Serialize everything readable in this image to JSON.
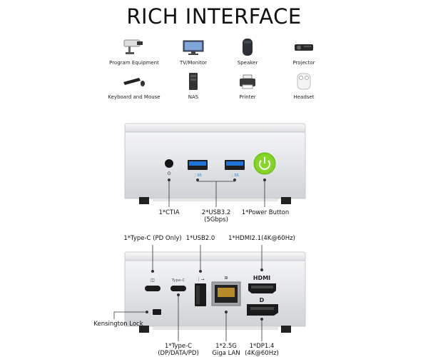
{
  "title": "RICH INTERFACE",
  "devices": [
    {
      "label": "Program Equipment",
      "icon": "security-camera-icon"
    },
    {
      "label": "TV/Monitor",
      "icon": "monitor-icon"
    },
    {
      "label": "Speaker",
      "icon": "speaker-icon"
    },
    {
      "label": "Projector",
      "icon": "projector-icon"
    },
    {
      "label": "Keyboard and Mouse",
      "icon": "keyboard-mouse-icon"
    },
    {
      "label": "NAS",
      "icon": "nas-icon"
    },
    {
      "label": "Printer",
      "icon": "printer-icon"
    },
    {
      "label": "Headset",
      "icon": "earbuds-icon"
    }
  ],
  "front_ports": {
    "ctia": "1*CTIA",
    "usb32": "2*USB3.2",
    "usb32_speed": "(5Gbps)",
    "power": "1*Power Button"
  },
  "rear_ports": {
    "typec_top": "1*Type-C (PD Only)",
    "usb20": "1*USB2.0",
    "hdmi": "1*HDMI2.1(4K@60Hz)",
    "kensington": "Kensington Lock",
    "typec_bottom": "1*Type-C",
    "typec_bottom_sub": "(DP/DATA/PD)",
    "lan": "1*2.5G",
    "lan_sub": "Giga LAN",
    "dp": "1*DP1.4",
    "dp_sub": "(4K@60Hz)"
  },
  "panel_markings": {
    "typec_label": "Type-C",
    "hdmi_logo": "HDMI",
    "dp_logo": "D"
  },
  "colors": {
    "usb3_blue": "#1e74d8",
    "power_green": "#7ed321",
    "chassis": "#e4e6e9"
  }
}
